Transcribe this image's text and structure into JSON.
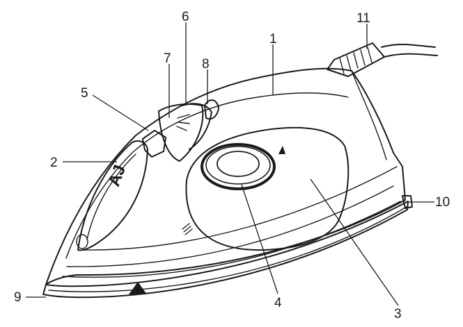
{
  "callouts": [
    {
      "id": "housing",
      "label": "1"
    },
    {
      "id": "water-tank",
      "label": "2"
    },
    {
      "id": "handle",
      "label": "3"
    },
    {
      "id": "temperature-dial",
      "label": "4"
    },
    {
      "id": "water-inlet-cover",
      "label": "5"
    },
    {
      "id": "spray-button",
      "label": "6"
    },
    {
      "id": "steam-button",
      "label": "7"
    },
    {
      "id": "steam-control",
      "label": "8"
    },
    {
      "id": "soleplate",
      "label": "9"
    },
    {
      "id": "pilot-light",
      "label": "10"
    },
    {
      "id": "power-cord",
      "label": "11"
    }
  ]
}
